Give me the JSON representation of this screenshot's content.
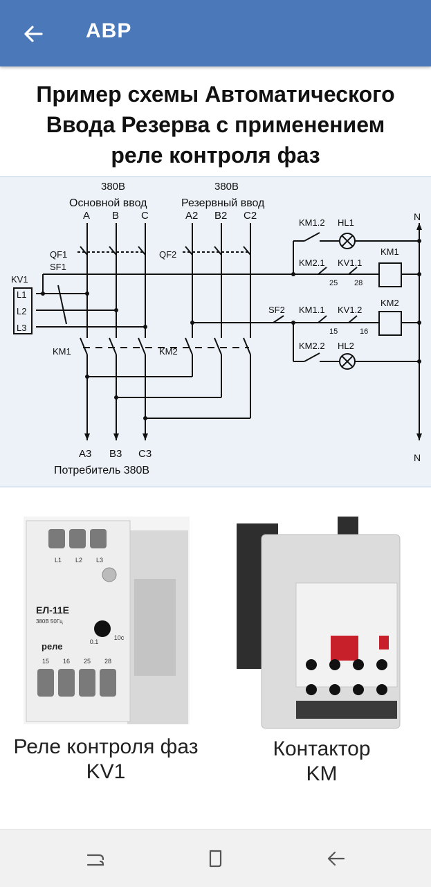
{
  "appbar": {
    "title": "АВР",
    "back_icon": "arrow-back-icon",
    "color": "#4a78b8"
  },
  "page": {
    "title_lines": [
      "Пример схемы Автоматического",
      "Ввода Резерва с применением",
      "реле контроля фаз"
    ]
  },
  "diagram": {
    "main_voltage": "380В",
    "reserve_voltage": "380В",
    "main_input": "Основной ввод",
    "reserve_input": "Резервный ввод",
    "phases_main": [
      "A",
      "B",
      "C"
    ],
    "phases_reserve": [
      "A2",
      "B2",
      "C2"
    ],
    "phases_out": [
      "A3",
      "B3",
      "C3"
    ],
    "consumer": "Потребитель 380В",
    "qf1": "QF1",
    "sf1": "SF1",
    "qf2": "QF2",
    "kv1": "KV1",
    "l1": "L1",
    "l2": "L2",
    "l3": "L3",
    "km1": "KM1",
    "km2": "KM2",
    "km1_2": "KM1.2",
    "hl1": "HL1",
    "km2_1": "KM2.1",
    "kv1_1": "KV1.1",
    "c25": "25",
    "c28": "28",
    "sf2": "SF2",
    "km1_1": "KM1.1",
    "kv1_2": "KV1.2",
    "c15": "15",
    "c16": "16",
    "km2_2": "KM2.2",
    "hl2": "HL2",
    "n_top": "N",
    "n_bottom": "N"
  },
  "relay_photo": {
    "terminals_top": [
      "L1",
      "L2",
      "L3"
    ],
    "model": "ЕЛ-11Е",
    "spec": "380В 50Гц",
    "brand": "реле",
    "dial_min": "0.1",
    "dial_max": "10с",
    "terminals_bottom": [
      "15",
      "16",
      "25",
      "28"
    ]
  },
  "captions": {
    "relay_line1": "Реле контроля фаз",
    "relay_line2": "KV1",
    "contactor_line1": "Контактор",
    "contactor_line2": "KM"
  },
  "navbar": {
    "recent_icon": "recent-apps-icon",
    "home_icon": "home-icon",
    "back_icon": "nav-back-icon"
  }
}
